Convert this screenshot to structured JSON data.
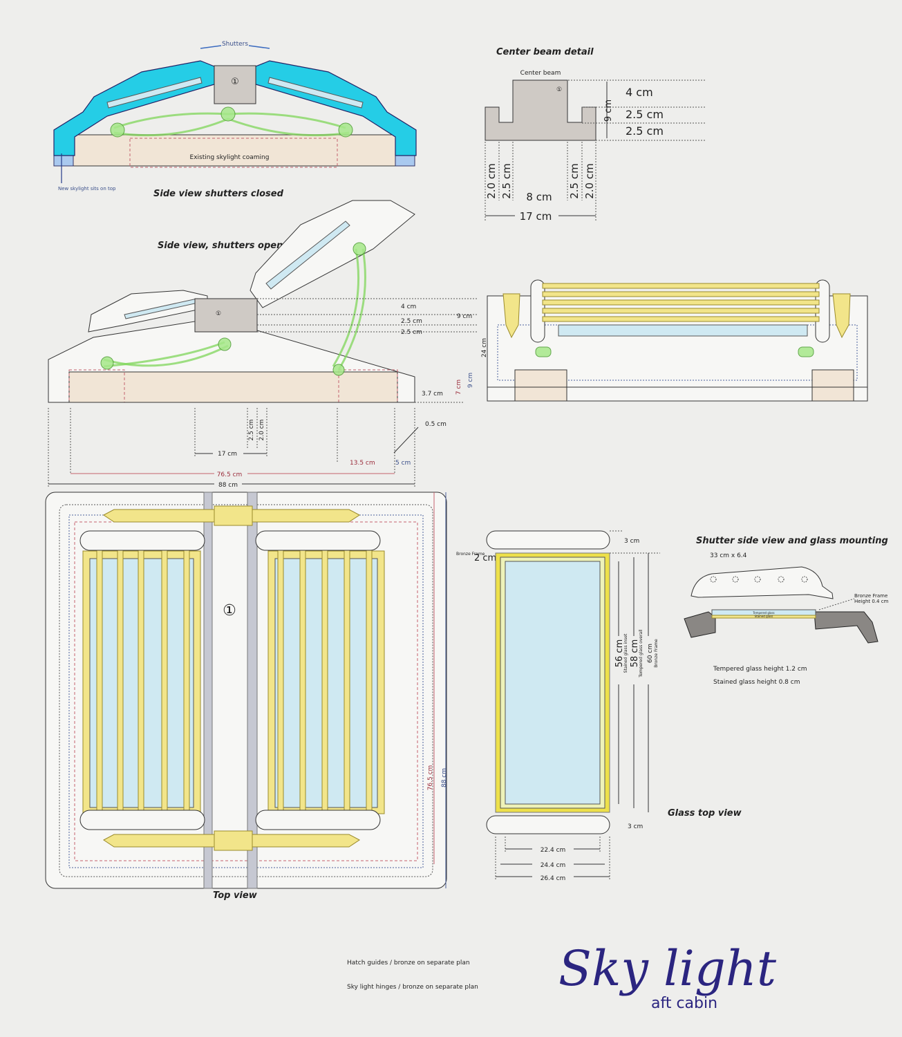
{
  "titles": {
    "center_beam_detail": "Center beam detail",
    "center_beam": "Center beam",
    "side_closed": "Side view shutters closed",
    "side_open": "Side view, shutters open",
    "top_view": "Top view",
    "glass_top_view": "Glass top view",
    "shutter_side": "Shutter side view and glass mounting"
  },
  "closed_view": {
    "shutters": "Shutters",
    "coaming": "Existing skylight coaming",
    "new_sits": "New skylight sits on top",
    "beam_number": "①"
  },
  "beam_dims": {
    "h1": "4 cm",
    "h2": "2.5 cm",
    "h3": "2.5 cm",
    "total_h": "9 cm",
    "w1": "2.0 cm",
    "w2": "2.5 cm",
    "w3": "8 cm",
    "w4": "2.5 cm",
    "w5": "2.0 cm",
    "total_w": "17 cm"
  },
  "open_view": {
    "h1": "4 cm",
    "h2": "2.5 cm",
    "h3": "2.5 cm",
    "beam_h": "9 cm",
    "total_h": "24 cm",
    "h7": "7 cm",
    "h9": "9 cm",
    "h37": "3.7 cm",
    "v25": "2.5 cm",
    "v20": "2.0 cm",
    "w17": "17 cm",
    "w05": "0.5 cm",
    "w135": "13.5 cm",
    "w5": "5 cm",
    "w765": "76.5 cm",
    "w88": "88 cm",
    "beam_number": "①"
  },
  "top_view": {
    "beam_number": "①",
    "d765": "76.5 cm",
    "d88": "88 cm"
  },
  "glass": {
    "top_gap": "3 cm",
    "frame_label": "Bronze Frame",
    "frame_w": "2 cm",
    "d56": "56 cm",
    "d56_note": "Stained glass inset",
    "d58": "58 cm",
    "d58_note": "Tempered glass overall",
    "d60": "60 cm",
    "d60_note": "Bronze Frame",
    "bottom_gap": "3 cm",
    "w224": "22.4 cm",
    "w244": "24.4 cm",
    "w264": "26.4 cm"
  },
  "shutter": {
    "size": "33 cm x 6.4",
    "frame_note_1": "Bronze Frame",
    "frame_note_2": "Height 0.4 cm",
    "tempered": "Tempered glass",
    "stained": "Stained glass",
    "tempered_h": "Tempered glass height 1.2 cm",
    "stained_h": "Stained glass height 0.8 cm"
  },
  "notes": {
    "hatch": "Hatch guides / bronze  on separate plan",
    "hinges": "Sky light hinges / bronze on separate plan"
  },
  "logo": {
    "title": "Sky light",
    "subtitle": "aft cabin"
  },
  "colors": {
    "cyan": "#25cde6",
    "bronze": "#f2e58a",
    "glass": "#cfe9f2",
    "logo": "#2b2580"
  }
}
